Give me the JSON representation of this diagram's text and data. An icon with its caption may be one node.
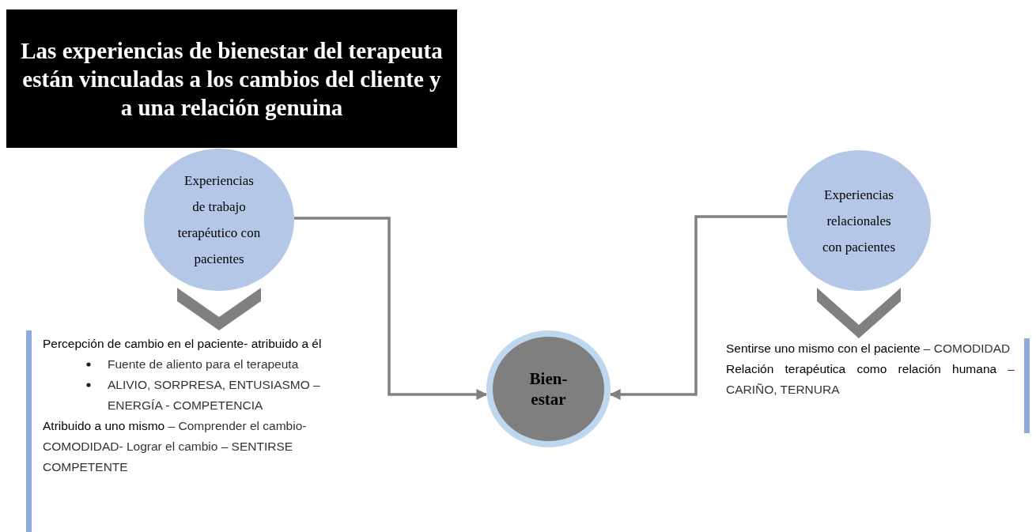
{
  "diagram": {
    "nodes": [
      {
        "text": [
          "Las experiencias de bienestar del terapeuta están vinculadas a los cambios del cliente y a una relación genuina"
        ]
      },
      {
        "text": [
          "Experiencias de trabajo terapéutico con pacientes"
        ]
      },
      {
        "text": [
          "Experiencias relacionales con pacientes"
        ]
      },
      {
        "text": [
          "Bien- estar"
        ]
      },
      {
        "text": [
          "Percepción de cambio en el paciente- atribuido a él",
          "Fuente de aliento para el terapeuta",
          "ALIVIO, SORPRESA, ENTUSIASMO – ENERGÍA  - COMPETENCIA",
          "**Atribuido a uno mismo** – Comprender el cambio- COMODIDAD- Lograr el cambio – SENTIRSE COMPETENTE"
        ]
      },
      {
        "text": [
          "**Sentirse uno mismo con el paciente** – COMODIDAD",
          "**Relación terapéutica como relación humana** – CARIÑO, TERNURA"
        ]
      }
    ],
    "edges": [
      {
        "from": 1,
        "to": 3,
        "arrow": "to"
      },
      {
        "from": 2,
        "to": 3,
        "arrow": "to"
      },
      {
        "from": 1,
        "to": 4,
        "arrow": "to",
        "style": "thick"
      },
      {
        "from": 2,
        "to": 5,
        "arrow": "to",
        "style": "thick"
      }
    ]
  }
}
